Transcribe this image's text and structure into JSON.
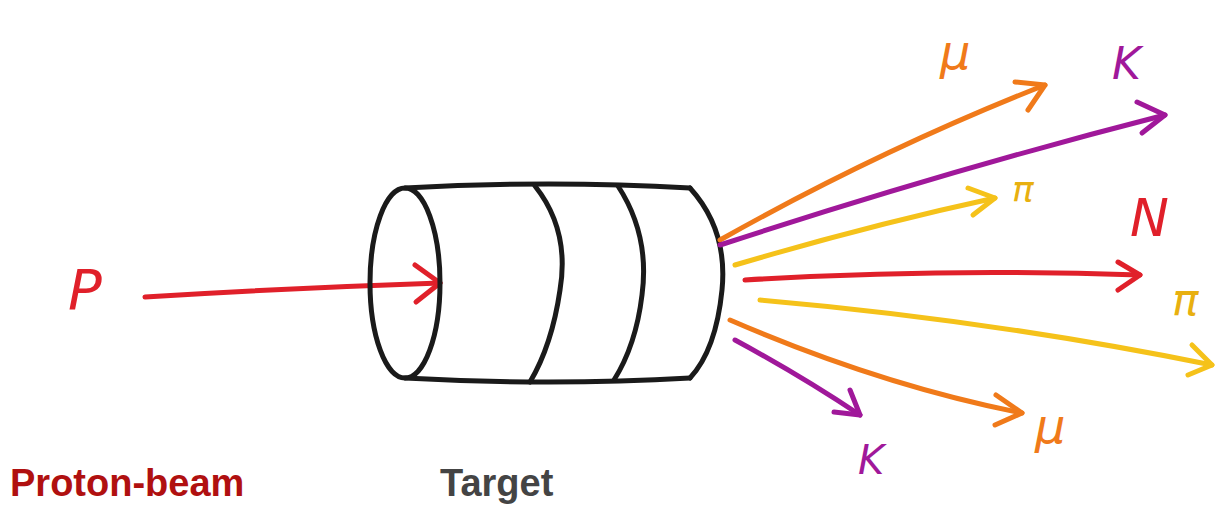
{
  "diagram": {
    "labels": [
      "P",
      "μ",
      "K",
      "π",
      "N",
      "π",
      "K",
      "μ",
      "Proton-beam",
      "Target"
    ]
  }
}
